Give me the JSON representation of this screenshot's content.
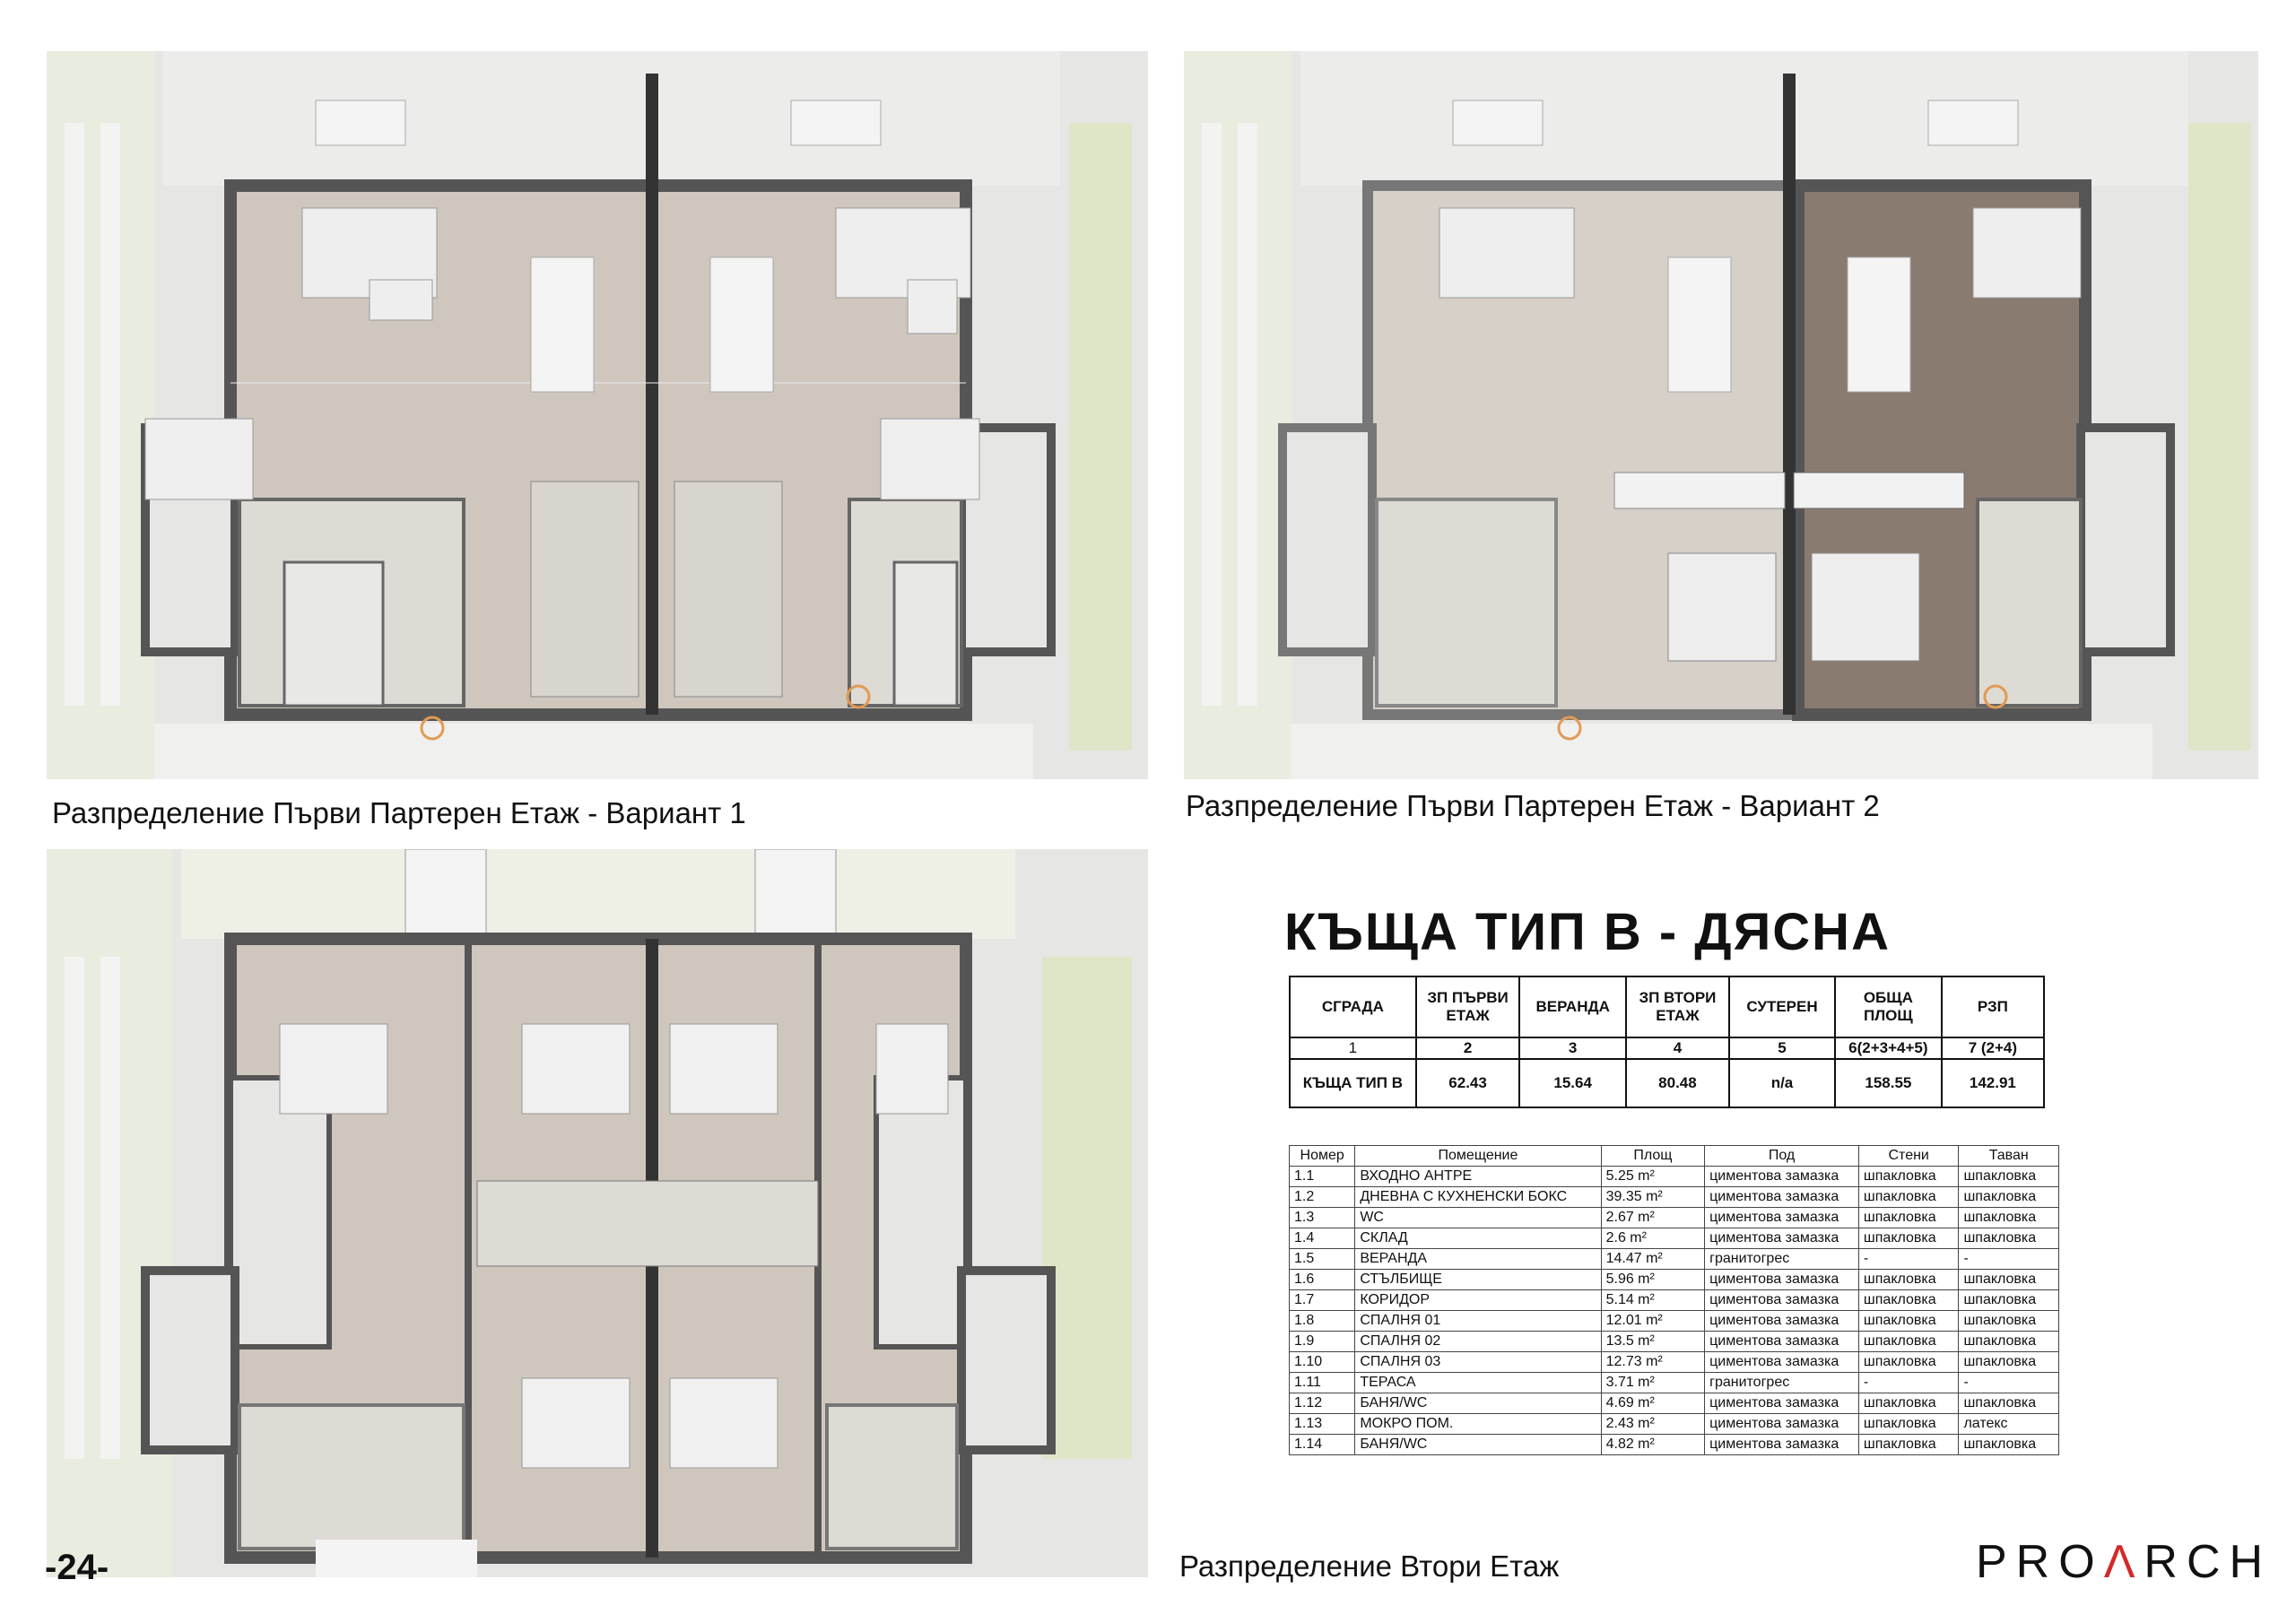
{
  "captions": {
    "plan1": "Разпределение Първи Партерен Етаж - Вариант 1",
    "plan2": "Разпределение Първи Партерен Етаж - Вариант 2",
    "plan3": "Разпределение Втори Етаж"
  },
  "title": "КЪЩА ТИП В - ДЯСНА",
  "summary": {
    "headers": [
      "СГРАДА",
      "ЗП ПЪРВИ ЕТАЖ",
      "ВЕРАНДА",
      "ЗП ВТОРИ ЕТАЖ",
      "СУТЕРЕН",
      "ОБЩА ПЛОЩ",
      "РЗП"
    ],
    "numbers": [
      "1",
      "2",
      "3",
      "4",
      "5",
      "6(2+3+4+5)",
      "7 (2+4)"
    ],
    "values": [
      "КЪЩА ТИП В",
      "62.43",
      "15.64",
      "80.48",
      "n/a",
      "158.55",
      "142.91"
    ]
  },
  "rooms": {
    "headers": [
      "Номер",
      "Помещение",
      "Площ",
      "Под",
      "Стени",
      "Таван"
    ],
    "rows": [
      [
        "1.1",
        "ВХОДНО АНТРЕ",
        "5.25 m²",
        "циментова замазка",
        "шпакловка",
        "шпакловка"
      ],
      [
        "1.2",
        "ДНЕВНА С КУХНЕНСКИ БОКС",
        "39.35 m²",
        "циментова замазка",
        "шпакловка",
        "шпакловка"
      ],
      [
        "1.3",
        "WC",
        "2.67 m²",
        "циментова замазка",
        "шпакловка",
        "шпакловка"
      ],
      [
        "1.4",
        "СКЛАД",
        "2.6 m²",
        "циментова замазка",
        "шпакловка",
        "шпакловка"
      ],
      [
        "1.5",
        "ВЕРАНДА",
        "14.47 m²",
        "гранитогрес",
        "-",
        "-"
      ],
      [
        "1.6",
        "СТЪЛБИЩЕ",
        "5.96 m²",
        "циментова замазка",
        "шпакловка",
        "шпакловка"
      ],
      [
        "1.7",
        "КОРИДОР",
        "5.14 m²",
        "циментова замазка",
        "шпакловка",
        "шпакловка"
      ],
      [
        "1.8",
        "СПАЛНЯ 01",
        "12.01 m²",
        "циментова замазка",
        "шпакловка",
        "шпакловка"
      ],
      [
        "1.9",
        "СПАЛНЯ 02",
        "13.5 m²",
        "циментова замазка",
        "шпакловка",
        "шпакловка"
      ],
      [
        "1.10",
        "СПАЛНЯ 03",
        "12.73 m²",
        "циментова замазка",
        "шпакловка",
        "шпакловка"
      ],
      [
        "1.11",
        "ТЕРАСА",
        "3.71 m²",
        "гранитогрес",
        "-",
        "-"
      ],
      [
        "1.12",
        "БАНЯ/WC",
        "4.69 m²",
        "циментова замазка",
        "шпакловка",
        "шпакловка"
      ],
      [
        "1.13",
        "МОКРО ПОМ.",
        "2.43 m²",
        "циментова замазка",
        "шпакловка",
        "латекс"
      ],
      [
        "1.14",
        "БАНЯ/WC",
        "4.82 m²",
        "циментова замазка",
        "шпакловка",
        "шпакловка"
      ]
    ]
  },
  "page_number": "-24-",
  "logo": {
    "prefix": "PRO",
    "accent": "Λ",
    "suffix": "RCH",
    "accent_color": "#d12a2a"
  },
  "colors": {
    "wall": "#555555",
    "floor": "#cfc7bd",
    "floor_dark": "#8a7b70",
    "paving": "#e4e4e2",
    "grass": "#dfe6c8"
  }
}
